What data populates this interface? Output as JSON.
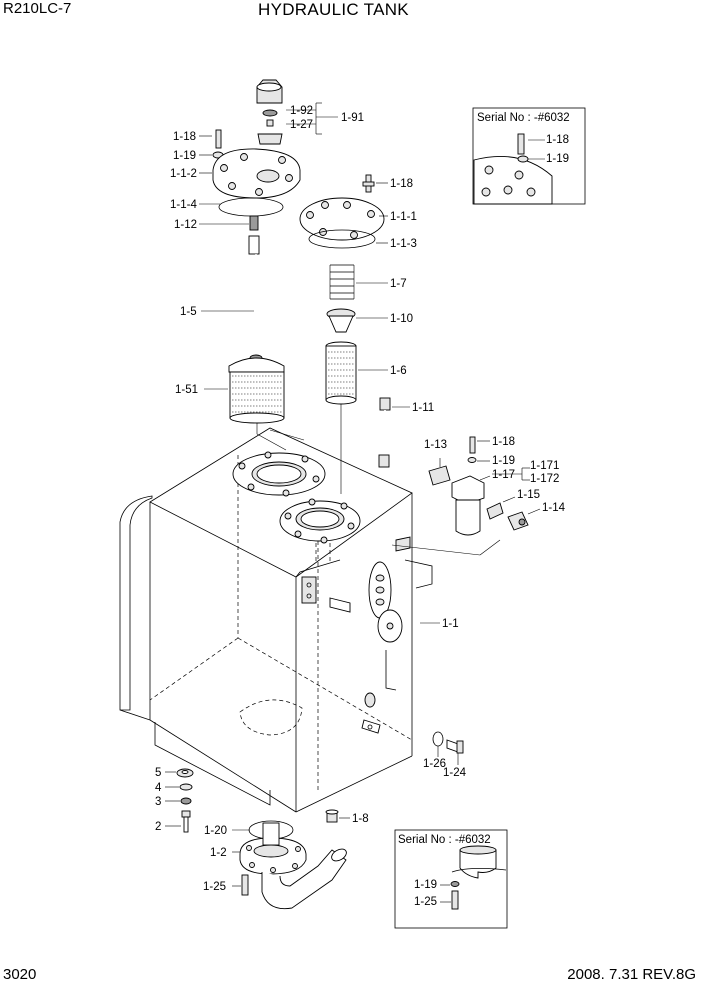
{
  "header": {
    "model": "R210LC-7",
    "title": "HYDRAULIC TANK"
  },
  "footer": {
    "page": "3020",
    "revision": "2008. 7.31  REV.8G"
  },
  "inset_top": {
    "serial": "Serial No : -#6032",
    "labels": [
      "1-18",
      "1-19"
    ]
  },
  "inset_bottom": {
    "serial": "Serial No : -#6032",
    "labels": [
      "1-19",
      "1-25"
    ]
  },
  "callouts": {
    "c1_92": "1-92",
    "c1_27": "1-27",
    "c1_91": "1-91",
    "c1_18_a": "1-18",
    "c1_19_a": "1-19",
    "c1_1_2": "1-1-2",
    "c1_1_4": "1-1-4",
    "c1_12": "1-12",
    "c1_18_b": "1-18",
    "c1_1_1": "1-1-1",
    "c1_1_3": "1-1-3",
    "c1_7": "1-7",
    "c1_10": "1-10",
    "c1_5": "1-5",
    "c1_6": "1-6",
    "c1_51": "1-51",
    "c1_11": "1-11",
    "c1_13": "1-13",
    "c1_18_c": "1-18",
    "c1_19_c": "1-19",
    "c1_17": "1-17",
    "c1_171": "1-171",
    "c1_172": "1-172",
    "c1_15": "1-15",
    "c1_14": "1-14",
    "c1_1": "1-1",
    "c1_26": "1-26",
    "c1_24": "1-24",
    "c1_8": "1-8",
    "c5": "5",
    "c4": "4",
    "c3": "3",
    "c2": "2",
    "c1_20": "1-20",
    "c1_2": "1-2",
    "c1_25": "1-25"
  }
}
